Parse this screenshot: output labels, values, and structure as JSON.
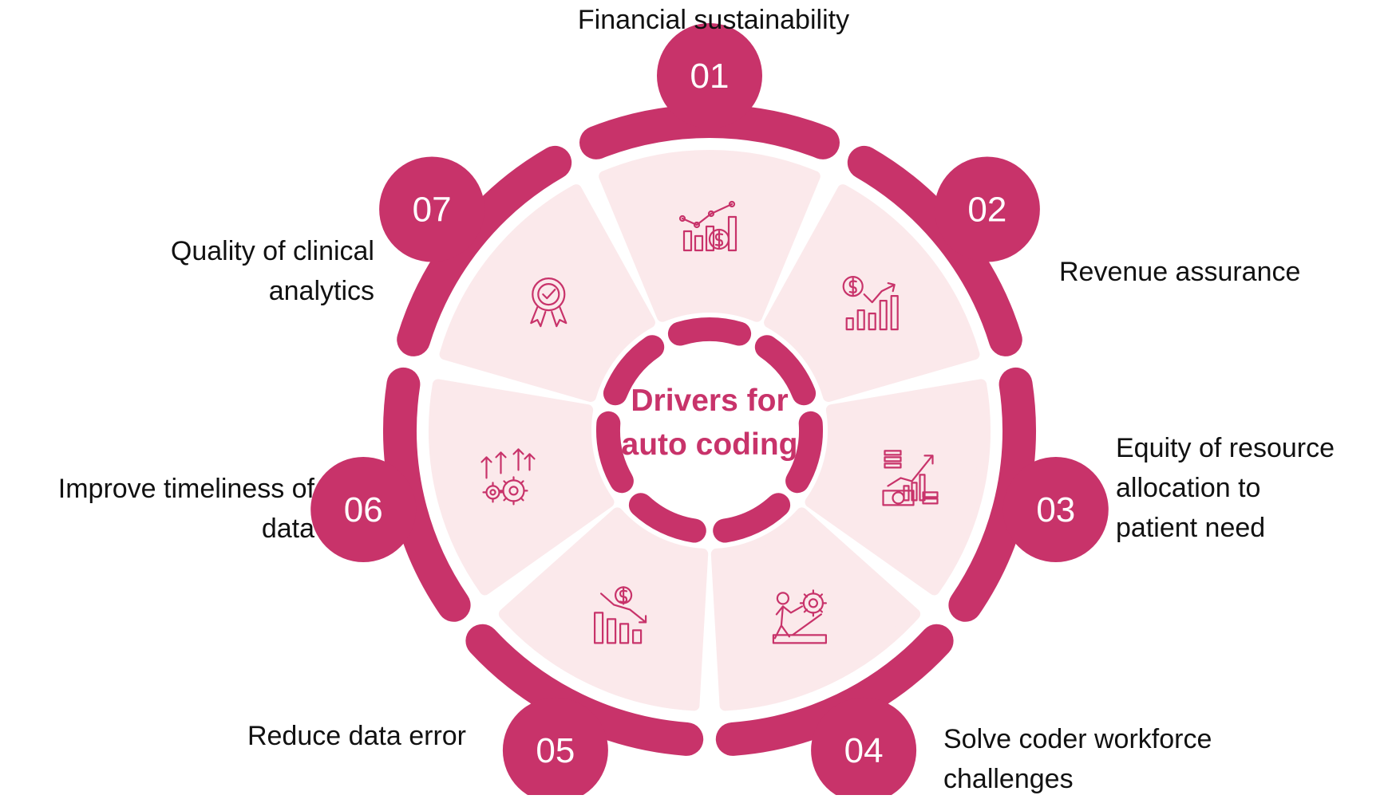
{
  "colors": {
    "accent": "#c8336a",
    "segment_fill": "#fbe9eb",
    "text": "#111111",
    "background": "#ffffff"
  },
  "center": {
    "line1": "Drivers for",
    "line2": "auto coding"
  },
  "drivers": [
    {
      "number": "01",
      "label_lines": [
        "Financial sustainability"
      ],
      "icon": "financial-growth-chart-icon"
    },
    {
      "number": "02",
      "label_lines": [
        "Revenue assurance"
      ],
      "icon": "revenue-growth-chart-icon"
    },
    {
      "number": "03",
      "label_lines": [
        "Equity of resource",
        "allocation to",
        "patient need"
      ],
      "icon": "money-allocation-chart-icon"
    },
    {
      "number": "04",
      "label_lines": [
        "Solve coder workforce",
        "challenges"
      ],
      "icon": "worker-gear-icon"
    },
    {
      "number": "05",
      "label_lines": [
        "Reduce data error"
      ],
      "icon": "declining-cost-chart-icon"
    },
    {
      "number": "06",
      "label_lines": [
        "Improve timeliness of",
        "data"
      ],
      "icon": "gears-up-arrows-icon"
    },
    {
      "number": "07",
      "label_lines": [
        "Quality of clinical",
        "analytics"
      ],
      "icon": "quality-badge-icon"
    }
  ]
}
